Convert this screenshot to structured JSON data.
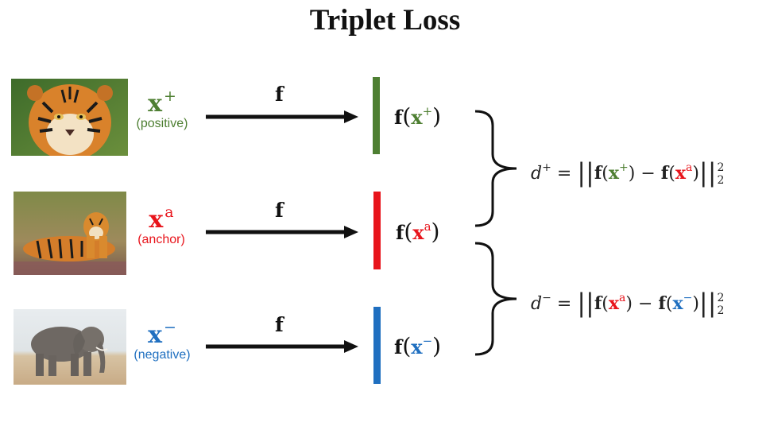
{
  "title": "Triplet Loss",
  "colors": {
    "positive": "#4e7f32",
    "anchor": "#e8141b",
    "negative": "#1f6fc0"
  },
  "rows": [
    {
      "id": "positive",
      "photo_icon": "tiger-face-photo",
      "symbol": "x",
      "sign": "+",
      "caption": "(positive)",
      "func": "f",
      "output": "f",
      "output_arg": "x",
      "output_sign": "+"
    },
    {
      "id": "anchor",
      "photo_icon": "lying-tiger-photo",
      "symbol": "x",
      "sign": "a",
      "caption": "(anchor)",
      "func": "f",
      "output": "f",
      "output_arg": "x",
      "output_sign": "a"
    },
    {
      "id": "negative",
      "photo_icon": "elephant-photo",
      "symbol": "x",
      "sign": "−",
      "caption": "(negative)",
      "func": "f",
      "output": "f",
      "output_arg": "x",
      "output_sign": "−"
    }
  ],
  "equations": {
    "dplus": {
      "lhs": "d",
      "lhs_sign": "+",
      "equals": "=",
      "open": "||",
      "f1": "f",
      "arg1": "x",
      "sign1": "+",
      "minus": "−",
      "f2": "f",
      "arg2": "x",
      "sign2": "a",
      "close": "||",
      "sup": "2",
      "sub": "2"
    },
    "dminus": {
      "lhs": "d",
      "lhs_sign": "−",
      "equals": "=",
      "open": "||",
      "f1": "f",
      "arg1": "x",
      "sign1": "a",
      "minus": "−",
      "f2": "f",
      "arg2": "x",
      "sign2": "−",
      "close": "||",
      "sup": "2",
      "sub": "2"
    }
  }
}
